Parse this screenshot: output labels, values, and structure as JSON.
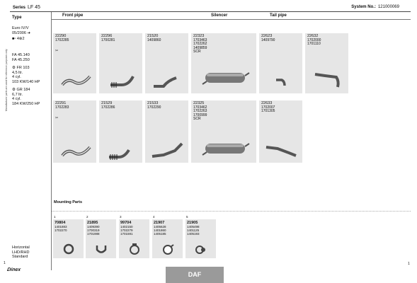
{
  "header": {
    "series_label": "Series",
    "series_value": "LF 45",
    "system_label": "System No.:",
    "system_value": "121000069"
  },
  "sidebar": {
    "type_label": "Type",
    "vertical_note": "Manufacturer parts are used for reference purposes only",
    "euro": "Euro IV/V",
    "date": "05/2006",
    "models": [
      "FA 45.140",
      "FA 45.250"
    ],
    "engine1": {
      "code": "FR 103",
      "lines": [
        "4,5 ltr.",
        "4 cyl.",
        "103 KW/140 HP"
      ]
    },
    "engine2": {
      "code": "GR 184",
      "lines": [
        "6,7 ltr.",
        "4 cyl.",
        "184 KW/250 HP"
      ]
    },
    "footer": [
      "Horizontal",
      "LHD/RHD",
      "Standard"
    ]
  },
  "columns": {
    "front": "Front pipe",
    "silencer": "Silencer",
    "tail": "Tail pipe"
  },
  "row1": [
    {
      "code": "22290",
      "refs": [
        "1702285"
      ],
      "extra": ""
    },
    {
      "code": "22296",
      "refs": [
        "1700281"
      ],
      "extra": ""
    },
    {
      "code": "21520",
      "refs": [
        "1409860"
      ],
      "extra": ""
    },
    {
      "code": "22323",
      "refs": [
        "1703463",
        "1702262",
        "1409859"
      ],
      "extra": "SCR"
    },
    {
      "code": "22623",
      "refs": [
        "1409790"
      ],
      "extra": ""
    },
    {
      "code": "22632",
      "refs": [
        "1702000",
        "1701110"
      ],
      "extra": ""
    }
  ],
  "row2": [
    {
      "code": "22291",
      "refs": [
        "1702283"
      ],
      "extra": ""
    },
    {
      "code": "21529",
      "refs": [
        "1702286"
      ],
      "extra": ""
    },
    {
      "code": "21533",
      "refs": [
        "1702290"
      ],
      "extra": ""
    },
    {
      "code": "22325",
      "refs": [
        "1703462",
        "1702263",
        "1700999"
      ],
      "extra": "SCR"
    },
    {
      "code": "22633",
      "refs": [
        "1702007",
        "1701305"
      ],
      "extra": ""
    }
  ],
  "mounting": {
    "title": "Mounting Parts",
    "items": [
      {
        "idx": "1",
        "code": "70804",
        "refs": [
          "1401883",
          "1702270"
        ]
      },
      {
        "idx": "2",
        "code": "21895",
        "refs": [
          "1409390",
          "1700319",
          "1701988"
        ]
      },
      {
        "idx": "3",
        "code": "99704",
        "refs": [
          "1402150",
          "1702279",
          "1701591"
        ]
      },
      {
        "idx": "4",
        "code": "21907",
        "refs": [
          "1405628",
          "1401860",
          "1405185"
        ]
      },
      {
        "idx": "5",
        "code": "21905",
        "refs": [
          "1405498",
          "1401125",
          "1405193"
        ]
      }
    ]
  },
  "brand": "DAF",
  "logo_text": "Dinex",
  "page_left": "1",
  "page_right": "1"
}
